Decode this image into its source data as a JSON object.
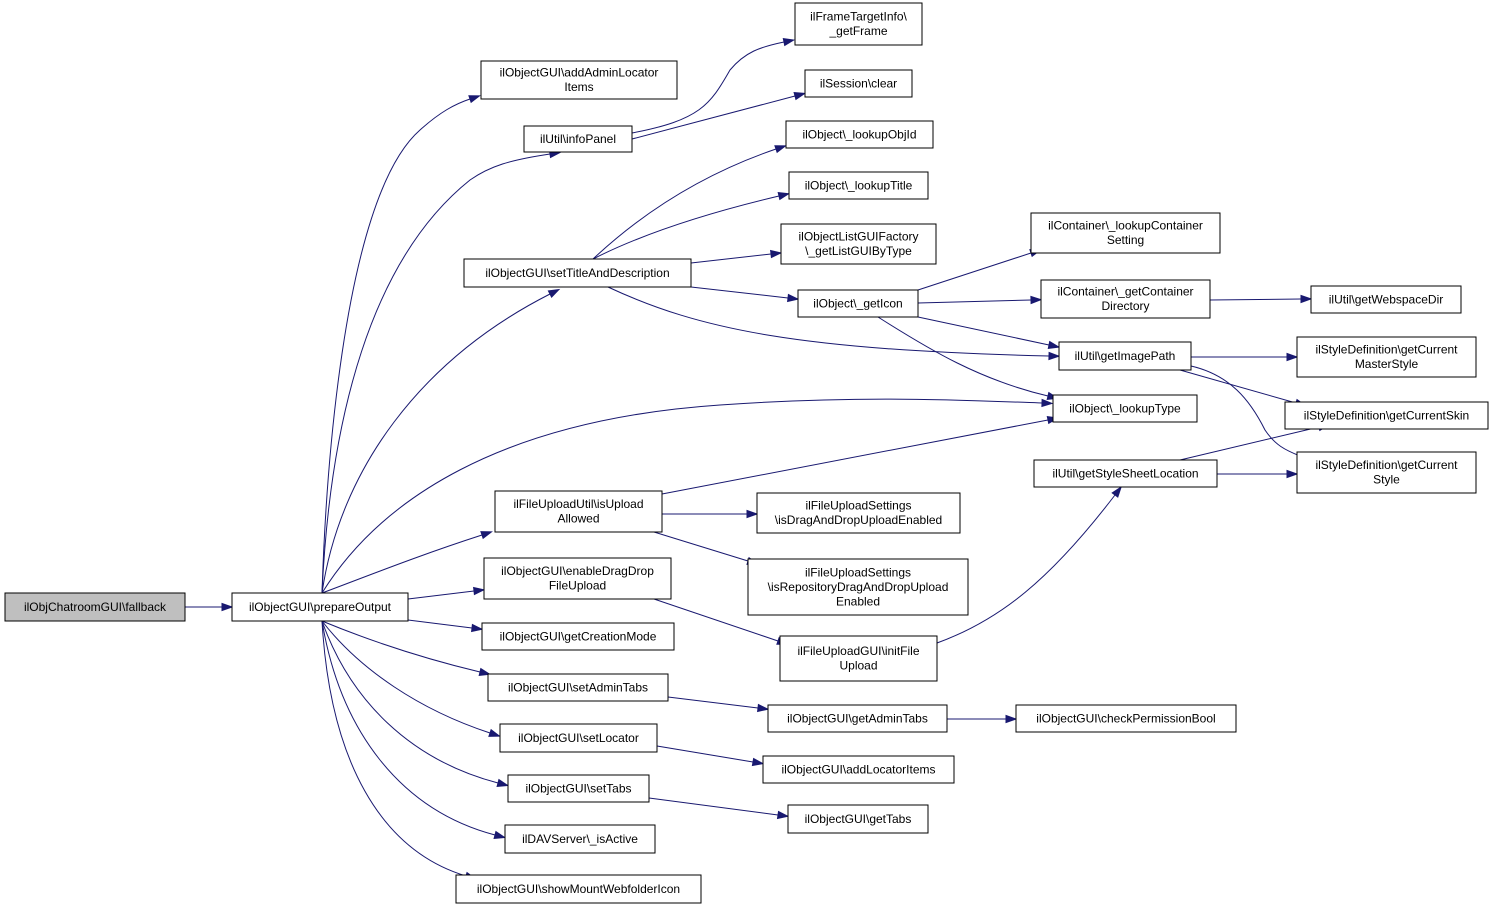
{
  "diagram": {
    "nodes": [
      {
        "id": "fallback",
        "lines": [
          "ilObjChatroomGUI\\fallback"
        ],
        "root": true
      },
      {
        "id": "prepareOutput",
        "lines": [
          "ilObjectGUI\\prepareOutput"
        ]
      },
      {
        "id": "addAdminLocatorItems",
        "lines": [
          "ilObjectGUI\\addAdminLocator",
          "Items"
        ]
      },
      {
        "id": "infoPanel",
        "lines": [
          "ilUtil\\infoPanel"
        ]
      },
      {
        "id": "getFrame",
        "lines": [
          "ilFrameTargetInfo\\",
          "_getFrame"
        ]
      },
      {
        "id": "sessionClear",
        "lines": [
          "ilSession\\clear"
        ]
      },
      {
        "id": "setTitleAndDescription",
        "lines": [
          "ilObjectGUI\\setTitleAndDescription"
        ]
      },
      {
        "id": "lookupObjId",
        "lines": [
          "ilObject\\_lookupObjId"
        ]
      },
      {
        "id": "lookupTitle",
        "lines": [
          "ilObject\\_lookupTitle"
        ]
      },
      {
        "id": "getListGUIByType",
        "lines": [
          "ilObjectListGUIFactory",
          "\\_getListGUIByType"
        ]
      },
      {
        "id": "getIcon",
        "lines": [
          "ilObject\\_getIcon"
        ]
      },
      {
        "id": "lookupContainerSetting",
        "lines": [
          "ilContainer\\_lookupContainer",
          "Setting"
        ]
      },
      {
        "id": "getContainerDirectory",
        "lines": [
          "ilContainer\\_getContainer",
          "Directory"
        ]
      },
      {
        "id": "getWebspaceDir",
        "lines": [
          "ilUtil\\getWebspaceDir"
        ]
      },
      {
        "id": "getImagePath",
        "lines": [
          "ilUtil\\getImagePath"
        ]
      },
      {
        "id": "getCurrentMasterStyle",
        "lines": [
          "ilStyleDefinition\\getCurrent",
          "MasterStyle"
        ]
      },
      {
        "id": "lookupType",
        "lines": [
          "ilObject\\_lookupType"
        ]
      },
      {
        "id": "getCurrentSkin",
        "lines": [
          "ilStyleDefinition\\getCurrentSkin"
        ]
      },
      {
        "id": "getStyleSheetLocation",
        "lines": [
          "ilUtil\\getStyleSheetLocation"
        ]
      },
      {
        "id": "getCurrentStyle",
        "lines": [
          "ilStyleDefinition\\getCurrent",
          "Style"
        ]
      },
      {
        "id": "isUploadAllowed",
        "lines": [
          "ilFileUploadUtil\\isUpload",
          "Allowed"
        ]
      },
      {
        "id": "isDragAndDropUploadEnabled",
        "lines": [
          "ilFileUploadSettings",
          "\\isDragAndDropUploadEnabled"
        ]
      },
      {
        "id": "isRepositoryDragAndDropUploadEnabled",
        "lines": [
          "ilFileUploadSettings",
          "\\isRepositoryDragAndDropUpload",
          "Enabled"
        ]
      },
      {
        "id": "enableDragDropFileUpload",
        "lines": [
          "ilObjectGUI\\enableDragDrop",
          "FileUpload"
        ]
      },
      {
        "id": "initFileUpload",
        "lines": [
          "ilFileUploadGUI\\initFile",
          "Upload"
        ]
      },
      {
        "id": "getCreationMode",
        "lines": [
          "ilObjectGUI\\getCreationMode"
        ]
      },
      {
        "id": "setAdminTabs",
        "lines": [
          "ilObjectGUI\\setAdminTabs"
        ]
      },
      {
        "id": "getAdminTabs",
        "lines": [
          "ilObjectGUI\\getAdminTabs"
        ]
      },
      {
        "id": "checkPermissionBool",
        "lines": [
          "ilObjectGUI\\checkPermissionBool"
        ]
      },
      {
        "id": "setLocator",
        "lines": [
          "ilObjectGUI\\setLocator"
        ]
      },
      {
        "id": "addLocatorItems",
        "lines": [
          "ilObjectGUI\\addLocatorItems"
        ]
      },
      {
        "id": "setTabs",
        "lines": [
          "ilObjectGUI\\setTabs"
        ]
      },
      {
        "id": "getTabs",
        "lines": [
          "ilObjectGUI\\getTabs"
        ]
      },
      {
        "id": "isActive",
        "lines": [
          "ilDAVServer\\_isActive"
        ]
      },
      {
        "id": "showMountWebfolderIcon",
        "lines": [
          "ilObjectGUI\\showMountWebfolderIcon"
        ]
      }
    ],
    "edges": [
      {
        "from": "fallback",
        "to": "prepareOutput"
      },
      {
        "from": "prepareOutput",
        "to": "addAdminLocatorItems"
      },
      {
        "from": "prepareOutput",
        "to": "infoPanel"
      },
      {
        "from": "prepareOutput",
        "to": "setTitleAndDescription"
      },
      {
        "from": "prepareOutput",
        "to": "lookupType"
      },
      {
        "from": "prepareOutput",
        "to": "isUploadAllowed"
      },
      {
        "from": "prepareOutput",
        "to": "enableDragDropFileUpload"
      },
      {
        "from": "prepareOutput",
        "to": "getCreationMode"
      },
      {
        "from": "prepareOutput",
        "to": "setAdminTabs"
      },
      {
        "from": "prepareOutput",
        "to": "setLocator"
      },
      {
        "from": "prepareOutput",
        "to": "setTabs"
      },
      {
        "from": "prepareOutput",
        "to": "isActive"
      },
      {
        "from": "prepareOutput",
        "to": "showMountWebfolderIcon"
      },
      {
        "from": "infoPanel",
        "to": "getFrame"
      },
      {
        "from": "infoPanel",
        "to": "sessionClear"
      },
      {
        "from": "setTitleAndDescription",
        "to": "lookupObjId"
      },
      {
        "from": "setTitleAndDescription",
        "to": "lookupTitle"
      },
      {
        "from": "setTitleAndDescription",
        "to": "getListGUIByType"
      },
      {
        "from": "setTitleAndDescription",
        "to": "getIcon"
      },
      {
        "from": "setTitleAndDescription",
        "to": "getImagePath"
      },
      {
        "from": "getIcon",
        "to": "lookupContainerSetting"
      },
      {
        "from": "getIcon",
        "to": "getContainerDirectory"
      },
      {
        "from": "getIcon",
        "to": "getImagePath"
      },
      {
        "from": "getIcon",
        "to": "lookupType"
      },
      {
        "from": "getContainerDirectory",
        "to": "getWebspaceDir"
      },
      {
        "from": "getImagePath",
        "to": "getCurrentMasterStyle"
      },
      {
        "from": "getImagePath",
        "to": "getCurrentSkin"
      },
      {
        "from": "getImagePath",
        "to": "getCurrentStyle"
      },
      {
        "from": "isUploadAllowed",
        "to": "lookupType"
      },
      {
        "from": "isUploadAllowed",
        "to": "isDragAndDropUploadEnabled"
      },
      {
        "from": "isUploadAllowed",
        "to": "isRepositoryDragAndDropUploadEnabled"
      },
      {
        "from": "enableDragDropFileUpload",
        "to": "initFileUpload"
      },
      {
        "from": "initFileUpload",
        "to": "getStyleSheetLocation"
      },
      {
        "from": "getStyleSheetLocation",
        "to": "getCurrentSkin"
      },
      {
        "from": "getStyleSheetLocation",
        "to": "getCurrentStyle"
      },
      {
        "from": "setAdminTabs",
        "to": "getAdminTabs"
      },
      {
        "from": "getAdminTabs",
        "to": "checkPermissionBool"
      },
      {
        "from": "setLocator",
        "to": "addLocatorItems"
      },
      {
        "from": "setTabs",
        "to": "getTabs"
      }
    ]
  }
}
